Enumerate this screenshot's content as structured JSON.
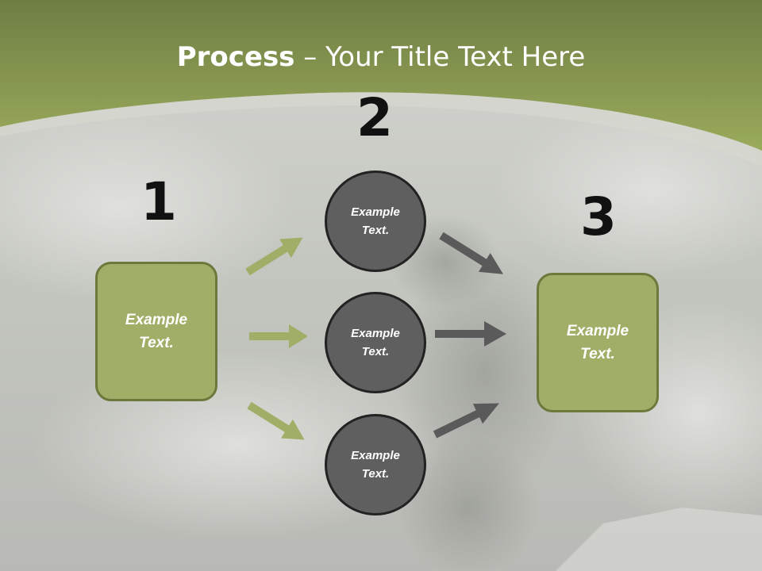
{
  "slide": {
    "title_bold": "Process",
    "title_rest": " – Your Title Text Here",
    "numbers": [
      "1",
      "2",
      "3"
    ],
    "start_box": {
      "label": "Example\nText."
    },
    "end_box": {
      "label": "Example\nText."
    },
    "circles": [
      {
        "label": "Example\nText."
      },
      {
        "label": "Example\nText."
      },
      {
        "label": "Example\nText."
      }
    ]
  },
  "colors": {
    "accent_green": "#a0ae67",
    "green_border": "#6b7a3c",
    "circle_fill": "#5f5f5f",
    "arrow_gray": "#5a5a5a"
  }
}
